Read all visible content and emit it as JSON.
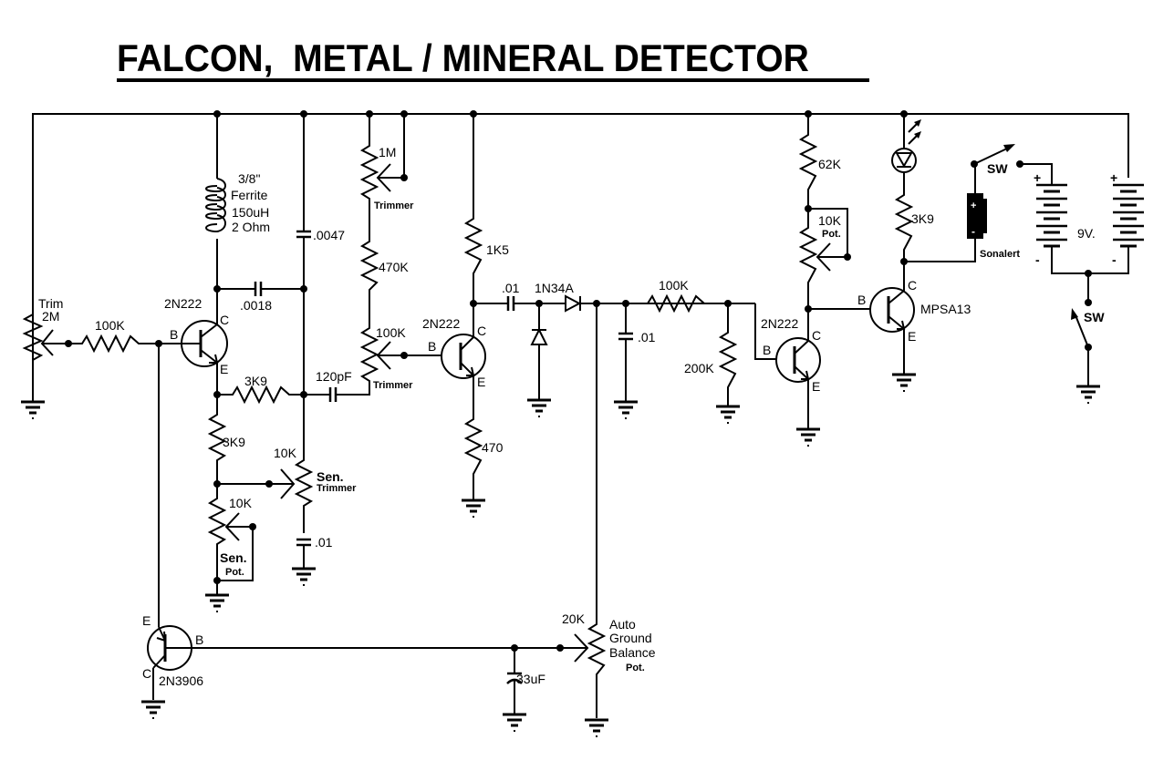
{
  "title": "FALCON,  METAL / MINERAL DETECTOR",
  "components": {
    "trim_pot": {
      "value": "2M",
      "label": "Trim"
    },
    "r_base1": {
      "value": "100K"
    },
    "q1": {
      "type": "2N222",
      "pins": {
        "b": "B",
        "c": "C",
        "e": "E"
      }
    },
    "coil": {
      "line1": "3/8\"",
      "line2": "Ferrite",
      "line3": "150uH",
      "line4": "2 Ohm"
    },
    "c_0018": {
      "value": ".0018"
    },
    "c_0047": {
      "value": ".0047"
    },
    "r_e1": {
      "value": "3K9"
    },
    "r_e2": {
      "value": "3K9"
    },
    "sen_pot": {
      "value": "10K",
      "line1": "Sen.",
      "line2": "Pot."
    },
    "sen_trimmer": {
      "value": "10K",
      "line1": "Sen.",
      "line2": "Trimmer"
    },
    "c_sen": {
      "value": ".01"
    },
    "trimmer_1m": {
      "value": "1M",
      "label": "Trimmer"
    },
    "r_470k": {
      "value": "470K"
    },
    "trimmer_100k": {
      "value": "100K",
      "label": "Trimmer"
    },
    "c_120pf": {
      "value": "120pF"
    },
    "q2": {
      "type": "2N222",
      "pins": {
        "b": "B",
        "c": "C",
        "e": "E"
      }
    },
    "r_1k5": {
      "value": "1K5"
    },
    "r_470": {
      "value": "470"
    },
    "c_couple": {
      "value": ".01"
    },
    "diode": {
      "value": "1N34A"
    },
    "c_filter": {
      "value": ".01"
    },
    "r_100k_2": {
      "value": "100K"
    },
    "r_200k": {
      "value": "200K"
    },
    "q3": {
      "type": "2N222",
      "pins": {
        "b": "B",
        "c": "C",
        "e": "E"
      }
    },
    "r_62k": {
      "value": "62K"
    },
    "pot_10k": {
      "value": "10K",
      "label": "Pot."
    },
    "q4": {
      "type": "MPSA13",
      "pins": {
        "b": "B",
        "c": "C",
        "e": "E"
      }
    },
    "r_3k9_led": {
      "value": "3K9"
    },
    "sonalert": {
      "label": "Sonalert",
      "plus": "+",
      "minus": "-"
    },
    "sw1": {
      "label": "SW"
    },
    "sw2": {
      "label": "SW"
    },
    "battery": {
      "label": "9V.",
      "plus": "+",
      "minus": "-"
    },
    "q5": {
      "type": "2N3906",
      "pins": {
        "b": "B",
        "c": "C",
        "e": "E"
      }
    },
    "c_33uf": {
      "value": "33uF"
    },
    "agb_pot": {
      "value": "20K",
      "line1": "Auto",
      "line2": "Ground",
      "line3": "Balance",
      "line4": "Pot."
    }
  }
}
